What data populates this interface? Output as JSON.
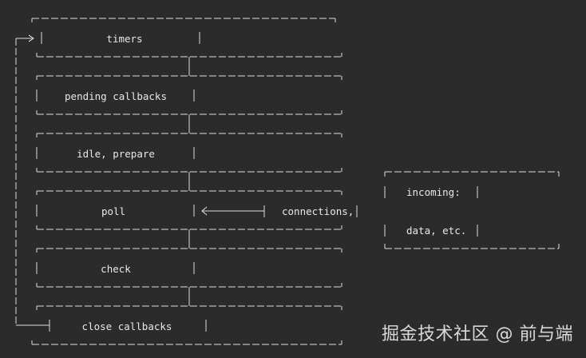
{
  "phases": [
    {
      "label": "timers"
    },
    {
      "label": "pending callbacks"
    },
    {
      "label": "idle, prepare"
    },
    {
      "label": "poll"
    },
    {
      "label": "check"
    },
    {
      "label": "close callbacks"
    }
  ],
  "connections_label": "connections,",
  "incoming": {
    "line1": "incoming:",
    "line2": "data, etc."
  },
  "watermark": "掘金技术社区 @ 前与端",
  "colors": {
    "background": "#2b2b2b",
    "line": "#dcdcdc",
    "text": "#e8e8e8"
  }
}
